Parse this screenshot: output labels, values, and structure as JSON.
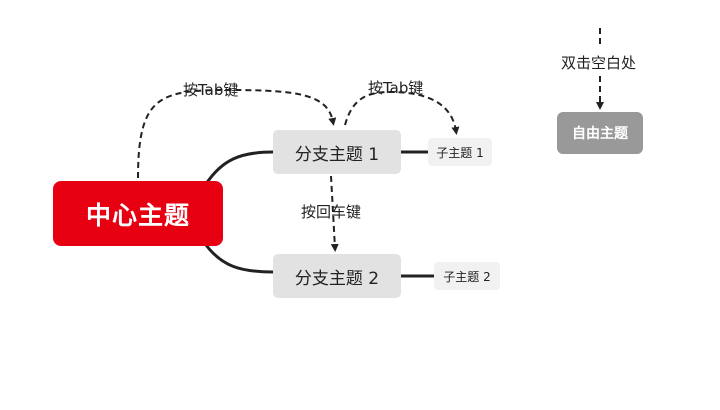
{
  "diagram": {
    "central_topic": "中心主题",
    "branches": [
      {
        "label": "分支主题 1",
        "subtopic": "子主题 1"
      },
      {
        "label": "分支主题 2",
        "subtopic": "子主题 2"
      }
    ],
    "free_topic": "自由主题",
    "hints": {
      "tab_central": "按Tab键",
      "tab_branch": "按Tab键",
      "enter": "按回车键",
      "double_click": "双击空白处"
    }
  },
  "colors": {
    "central": "#e60012",
    "branch": "#e2e2e2",
    "subtopic": "#f1f1f1",
    "free_topic": "#999999",
    "connector": "#222222"
  }
}
